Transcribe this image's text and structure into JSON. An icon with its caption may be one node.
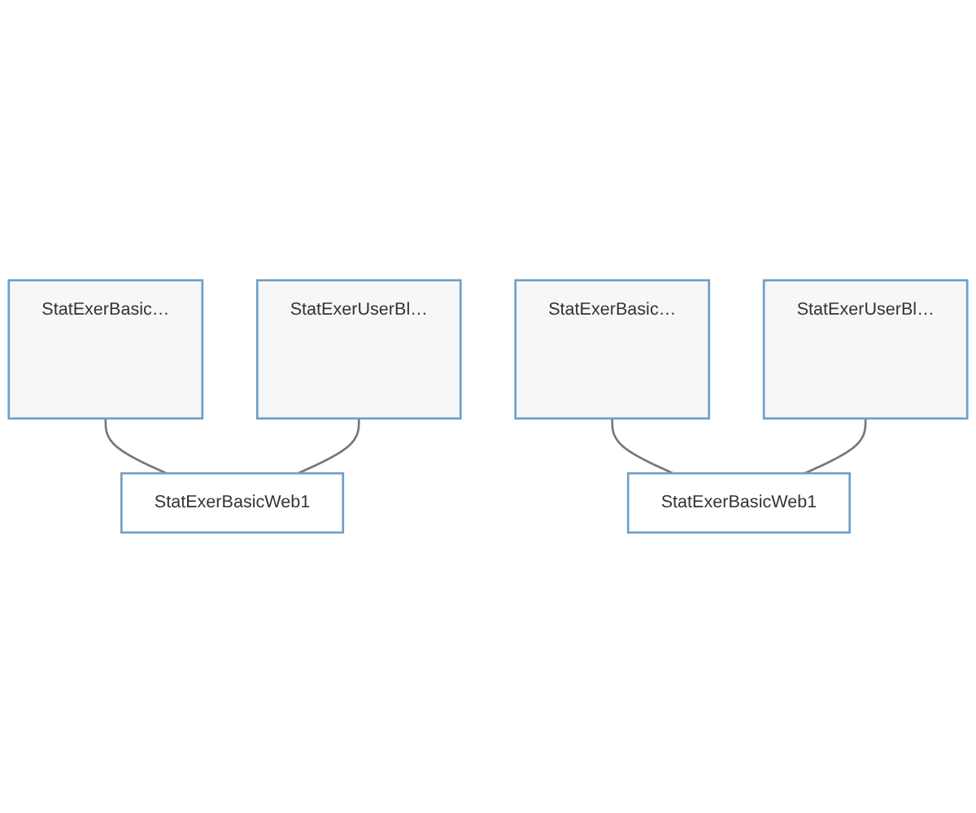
{
  "diagram": {
    "nodes": [
      {
        "text": [
          "StatExerBasic…"
        ]
      },
      {
        "text": [
          "StatExerUserBl…"
        ]
      },
      {
        "text": [
          "StatExerBasicWeb1"
        ]
      },
      {
        "text": [
          "StatExerBasic…"
        ]
      },
      {
        "text": [
          "StatExerUserBl…"
        ]
      },
      {
        "text": [
          "StatExerBasicWeb1"
        ]
      }
    ],
    "edges": [
      {
        "from": 0,
        "to": 2,
        "arrow": "none"
      },
      {
        "from": 1,
        "to": 2,
        "arrow": "none"
      },
      {
        "from": 3,
        "to": 5,
        "arrow": "none"
      },
      {
        "from": 4,
        "to": 5,
        "arrow": "none"
      }
    ]
  }
}
